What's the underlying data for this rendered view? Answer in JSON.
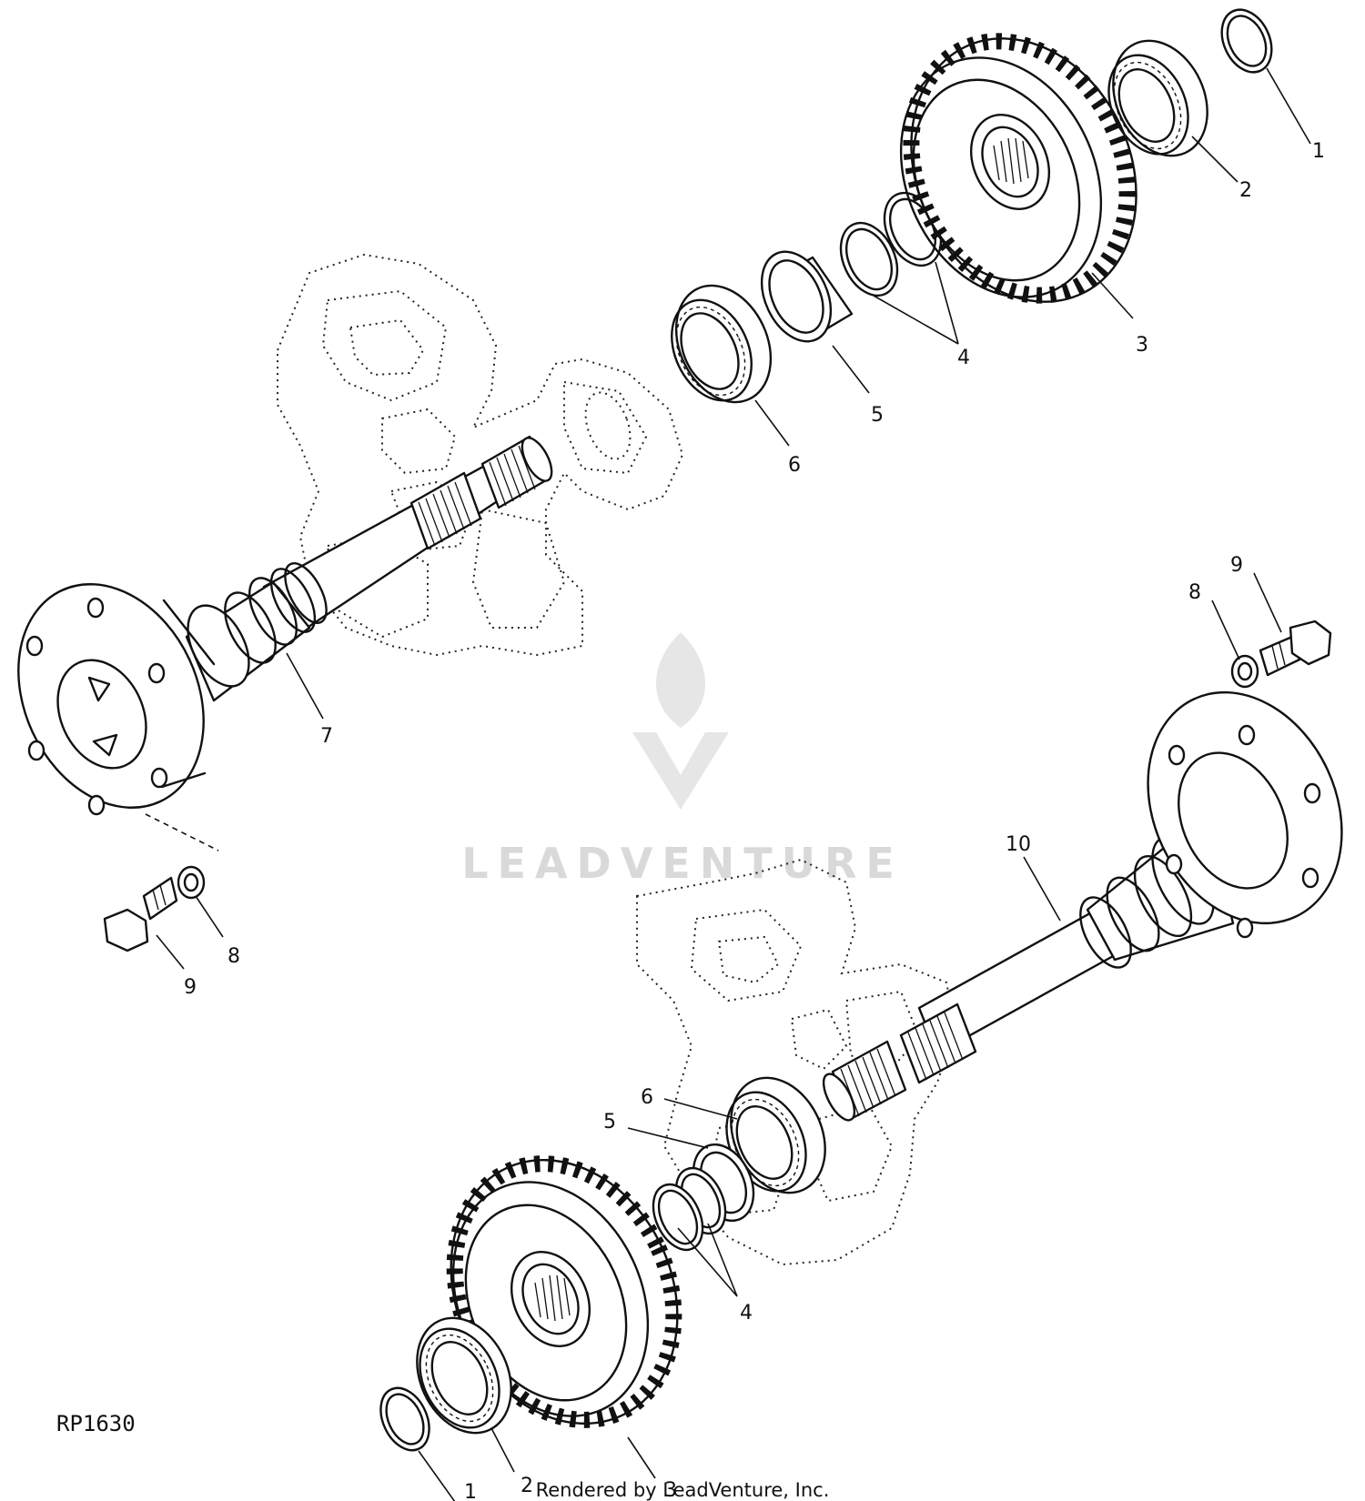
{
  "figure_id": "RP1630",
  "footer_text": "Rendered by LeadVenture, Inc.",
  "watermark": {
    "text": "LEADVENTURE",
    "icon": "leadventure-flame-logo"
  },
  "callouts": {
    "upper": {
      "n1": "1",
      "n2": "2",
      "n3": "3",
      "n4": "4",
      "n5": "5",
      "n6": "6",
      "n7": "7",
      "n8_left": "8",
      "n9_left": "9",
      "n8_right": "8",
      "n9_right": "9"
    },
    "lower": {
      "n10": "10",
      "n6": "6",
      "n5": "5",
      "n4": "4",
      "n3": "3",
      "n2": "2",
      "n1": "1"
    }
  },
  "parts": [
    "snap-ring",
    "bearing",
    "gear",
    "snap-rings",
    "spacer",
    "bearing",
    "axle-shaft",
    "lock-washer",
    "cap-screw",
    "axle-shaft"
  ]
}
